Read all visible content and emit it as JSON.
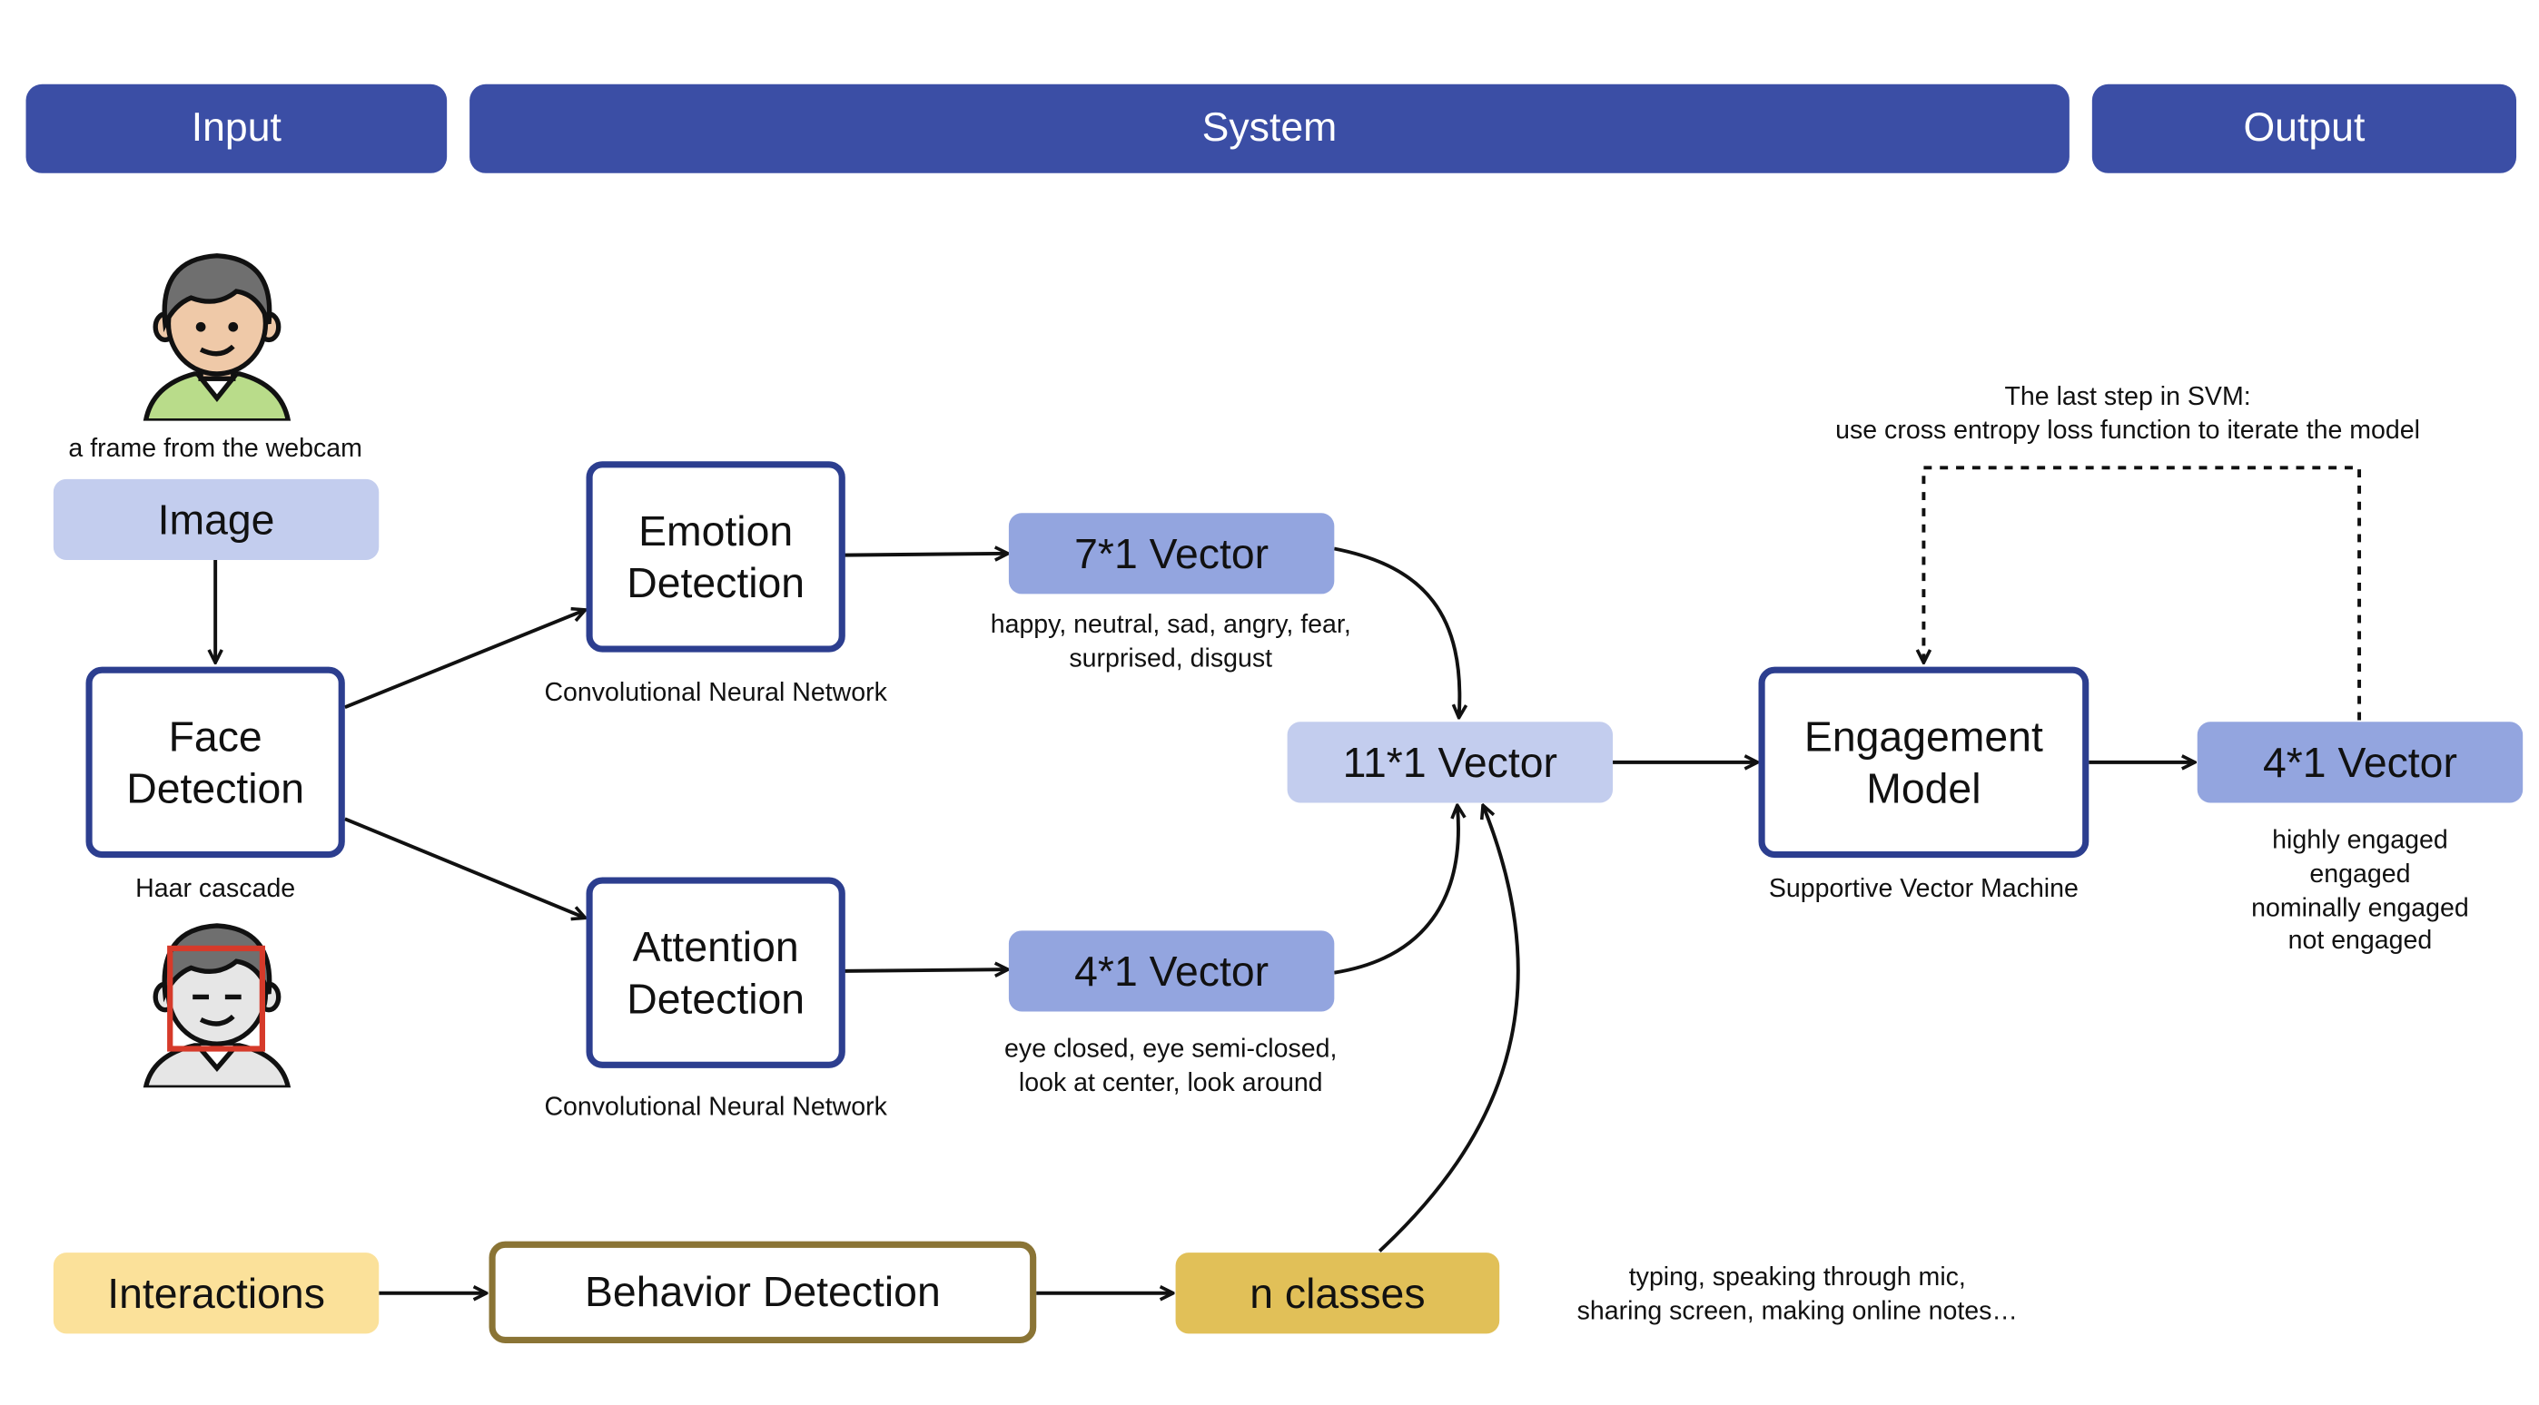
{
  "headers": {
    "input": "Input",
    "system": "System",
    "output": "Output"
  },
  "input": {
    "webcam_caption": "a frame from the webcam",
    "image_label": "Image",
    "face_detection": [
      "Face",
      "Detection"
    ],
    "face_caption": "Haar cascade",
    "interactions_label": "Interactions"
  },
  "system": {
    "emotion": {
      "title": [
        "Emotion",
        "Detection"
      ],
      "caption": "Convolutional Neural Network"
    },
    "attention": {
      "title": [
        "Attention",
        "Detection"
      ],
      "caption": "Convolutional Neural Network"
    },
    "behavior": {
      "title": "Behavior Detection"
    },
    "vector7": {
      "label": "7*1 Vector",
      "caption": [
        "happy, neutral, sad, angry, fear,",
        "surprised, disgust"
      ]
    },
    "vector4a": {
      "label": "4*1 Vector",
      "caption": [
        "eye closed, eye semi-closed,",
        "look at center, look around"
      ]
    },
    "n_classes": {
      "label": "n classes",
      "caption": [
        "typing, speaking through mic,",
        "sharing screen, making online notes…"
      ]
    },
    "vector11": {
      "label": "11*1 Vector"
    },
    "engagement": {
      "title": [
        "Engagement",
        "Model"
      ],
      "caption": "Supportive Vector Machine"
    },
    "svm_note": [
      "The last step in SVM:",
      "use cross entropy loss function to iterate the model"
    ]
  },
  "output": {
    "vector4b": {
      "label": "4*1 Vector"
    },
    "classes": [
      "highly engaged",
      "engaged",
      "nominally engaged",
      "not engaged"
    ]
  },
  "colors": {
    "header": "#3b4ea5",
    "light_blue": "#c3cdee",
    "mid_blue": "#93a5df",
    "box_border": "#2c3e8f",
    "yellow": "#fbe19a",
    "gold": "#e1c058",
    "brown_border": "#8a7435",
    "face_box": "#d63a2a"
  },
  "icons": [
    "person-avatar-icon",
    "face-detection-avatar-icon"
  ]
}
